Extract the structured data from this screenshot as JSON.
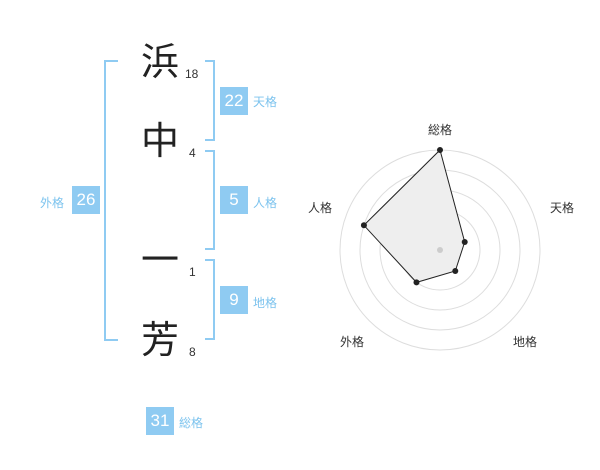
{
  "name": {
    "characters": [
      {
        "char": "浜",
        "strokes": "18"
      },
      {
        "char": "中",
        "strokes": "4"
      },
      {
        "char": "一",
        "strokes": "1"
      },
      {
        "char": "芳",
        "strokes": "8"
      }
    ]
  },
  "fortunes": {
    "tenkaku": {
      "value": "22",
      "label": "天格"
    },
    "jinkaku": {
      "value": "5",
      "label": "人格"
    },
    "chikaku": {
      "value": "9",
      "label": "地格"
    },
    "gaikaku": {
      "value": "26",
      "label": "外格"
    },
    "soukaku": {
      "value": "31",
      "label": "総格"
    }
  },
  "colors": {
    "accent": "#8fcbf2",
    "label_text": "#7cc3ee",
    "radar_fill": "#eeeeee",
    "radar_line": "#222222"
  },
  "chart_data": {
    "type": "radar",
    "axes": [
      "総格",
      "天格",
      "地格",
      "外格",
      "人格"
    ],
    "values": [
      5,
      1.3,
      1.3,
      2,
      4
    ],
    "range": [
      0,
      5
    ],
    "rings": 5
  }
}
